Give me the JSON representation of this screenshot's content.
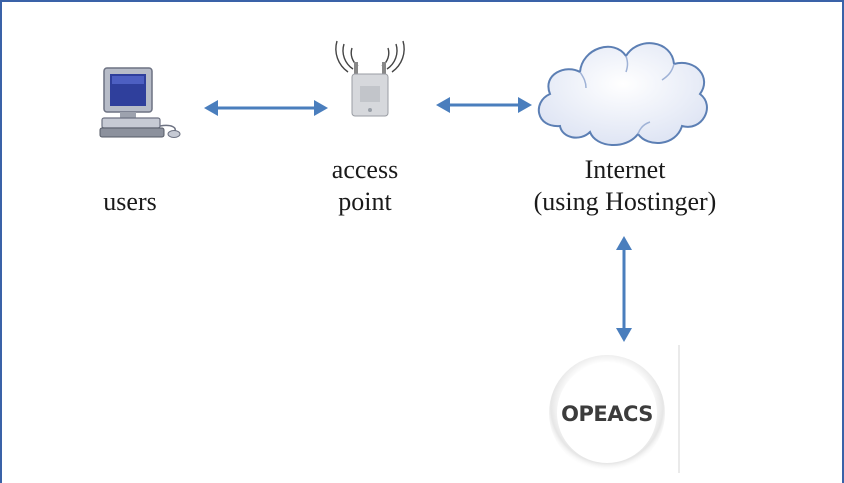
{
  "nodes": {
    "users": {
      "label": "users"
    },
    "access_point": {
      "label_line1": "access",
      "label_line2": "point"
    },
    "internet": {
      "label_line1": "Internet",
      "label_line2": "(using Hostinger)"
    },
    "server": {
      "logo_text": "OPEACS"
    }
  },
  "edges": [
    {
      "from": "users",
      "to": "access_point",
      "direction": "bidirectional"
    },
    {
      "from": "access_point",
      "to": "internet",
      "direction": "bidirectional"
    },
    {
      "from": "internet",
      "to": "server",
      "direction": "bidirectional"
    }
  ],
  "colors": {
    "arrow": "#4a7ebd",
    "frame": "#3a62a8",
    "cloud_stroke": "#5c7fb4",
    "cloud_fill": "#e9edf8"
  }
}
